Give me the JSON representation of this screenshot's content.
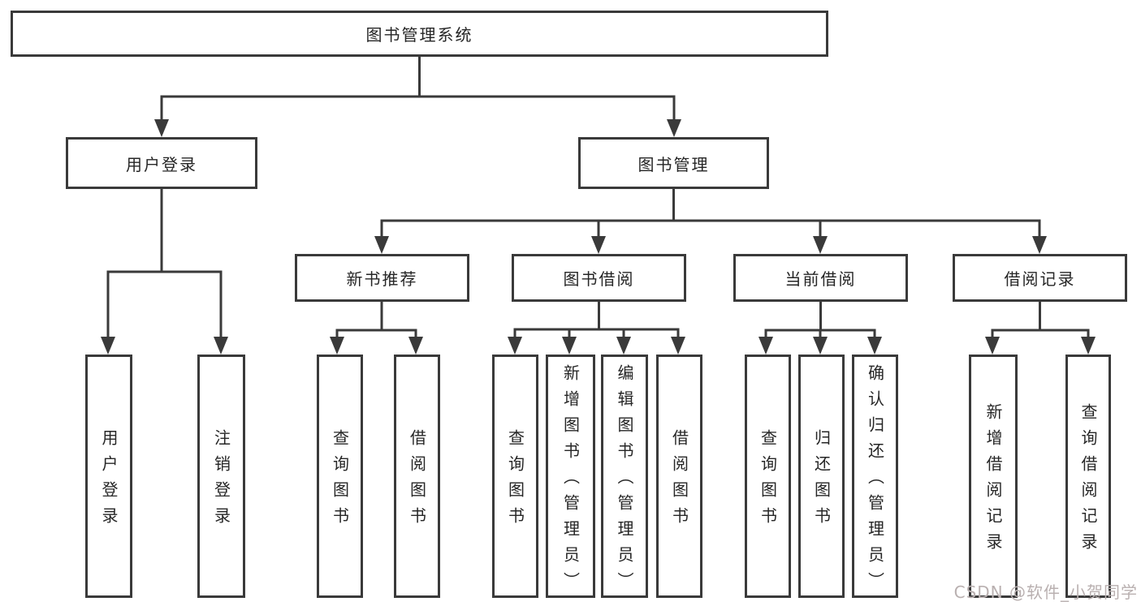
{
  "diagram": {
    "title": "图书管理系统",
    "tree": {
      "label": "图书管理系统",
      "children": [
        {
          "label": "用户登录",
          "children": [
            {
              "label": "用户登录"
            },
            {
              "label": "注销登录"
            }
          ]
        },
        {
          "label": "图书管理",
          "children": [
            {
              "label": "新书推荐",
              "children": [
                {
                  "label": "查询图书"
                },
                {
                  "label": "借阅图书"
                }
              ]
            },
            {
              "label": "图书借阅",
              "children": [
                {
                  "label": "查询图书"
                },
                {
                  "label": "新增图书（管理员）"
                },
                {
                  "label": "编辑图书（管理员）"
                },
                {
                  "label": "借阅图书"
                }
              ]
            },
            {
              "label": "当前借阅",
              "children": [
                {
                  "label": "查询图书"
                },
                {
                  "label": "归还图书"
                },
                {
                  "label": "确认归还（管理员）"
                }
              ]
            },
            {
              "label": "借阅记录",
              "children": [
                {
                  "label": "新增借阅记录"
                },
                {
                  "label": "查询借阅记录"
                }
              ]
            }
          ]
        }
      ]
    },
    "colors": {
      "line": "#3a3a3a",
      "box_border": "#3a3a3a",
      "text": "#262626",
      "background": "#ffffff"
    }
  },
  "watermark": {
    "text": "CSDN @软件_小贺同学",
    "color": "#b9b0b0"
  }
}
